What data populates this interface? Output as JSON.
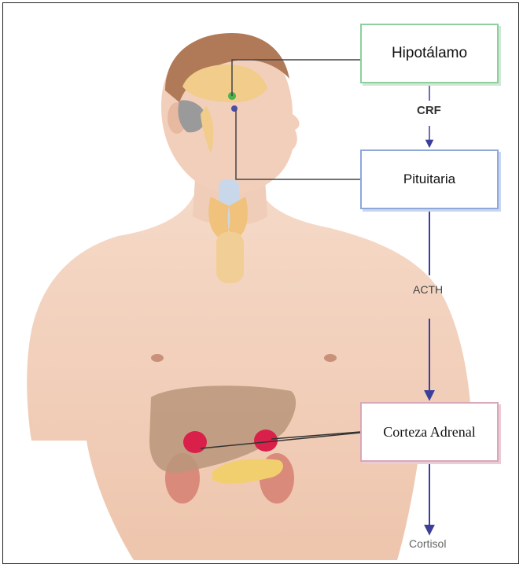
{
  "labels": {
    "hypothalamus": "Hipotálamo",
    "crf": "CRF",
    "pituitary": "Pituitaria",
    "acth": "ACTH",
    "adrenal_cortex": "Corteza Adrenal",
    "cortisol": "Cortisol"
  },
  "colors": {
    "arrow": "#3b3f9a",
    "hypothalamus_border": "#8fcf9f",
    "pituitary_border": "#8fa8d8",
    "adrenal_border": "#d8a7b8",
    "skin": "#f3d3c0",
    "adrenal_gland": "#d8204a"
  }
}
